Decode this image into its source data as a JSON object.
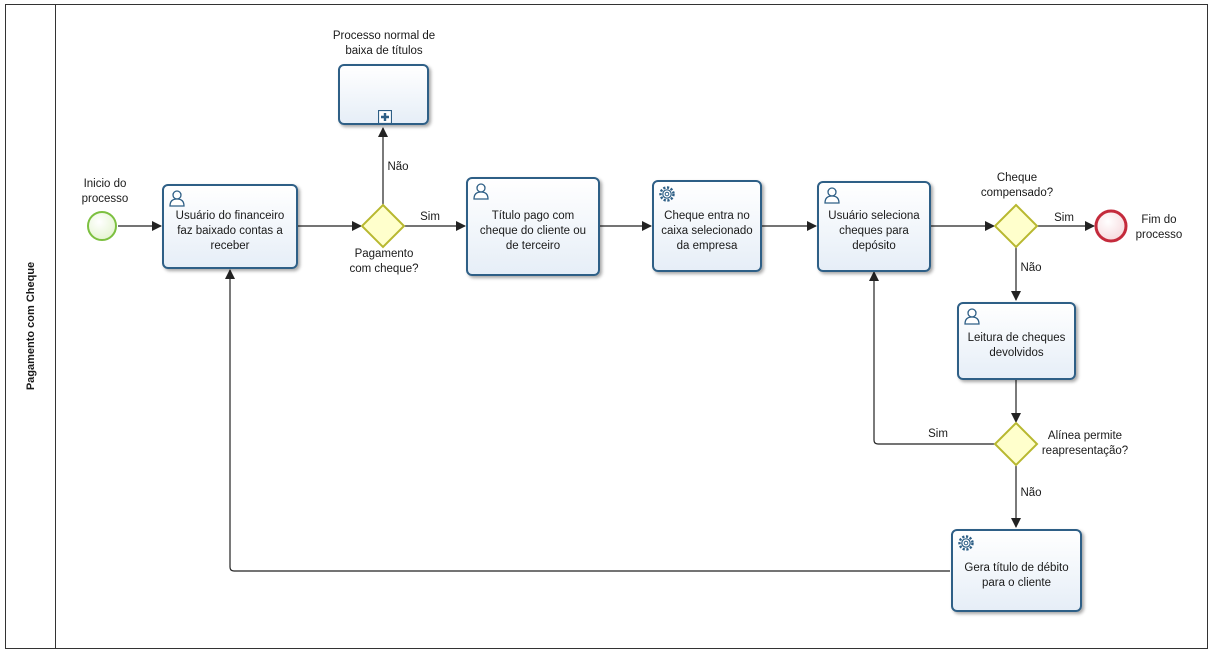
{
  "pool": {
    "title": "Pagamento com Cheque"
  },
  "events": {
    "start": {
      "label": "Inicio do\nprocesso",
      "color": "#8fd14f"
    },
    "end": {
      "label": "Fim do\nprocesso",
      "color": "#cc3344"
    }
  },
  "tasks": {
    "t1": {
      "label": "Usuário do financeiro\nfaz baixado contas a\nreceber",
      "icon": "user-icon"
    },
    "t2": {
      "label": "Título pago com\ncheque do cliente ou\nde  terceiro",
      "icon": "user-icon"
    },
    "t3": {
      "label": "Cheque  entra no\ncaixa selecionado\nda empresa",
      "icon": "gear-icon"
    },
    "t4": {
      "label": "Usuário seleciona\ncheques para\ndepósito",
      "icon": "user-icon"
    },
    "t5": {
      "label": "Leitura de cheques\ndevolvidos",
      "icon": "user-icon"
    },
    "t6": {
      "label": "Gera título de débito\npara o cliente",
      "icon": "gear-icon"
    }
  },
  "subprocess": {
    "label": "Processo normal de\nbaixa de títulos",
    "icon": "plus-icon"
  },
  "gateways": {
    "g1": {
      "label": "Pagamento\ncom cheque?"
    },
    "g2": {
      "label": "Cheque\ncompensado?"
    },
    "g3": {
      "label": "Alínea permite\nreapresentação?"
    }
  },
  "flows": {
    "g1_sim": "Sim",
    "g1_nao": "Não",
    "g2_sim": "Sim",
    "g2_nao": "Não",
    "g3_sim": "Sim",
    "g3_nao": "Não"
  },
  "colors": {
    "task_border": "#2e5f86",
    "gateway_fill": "#ffffcc",
    "gateway_stroke": "#b8b830",
    "line": "#222222"
  }
}
